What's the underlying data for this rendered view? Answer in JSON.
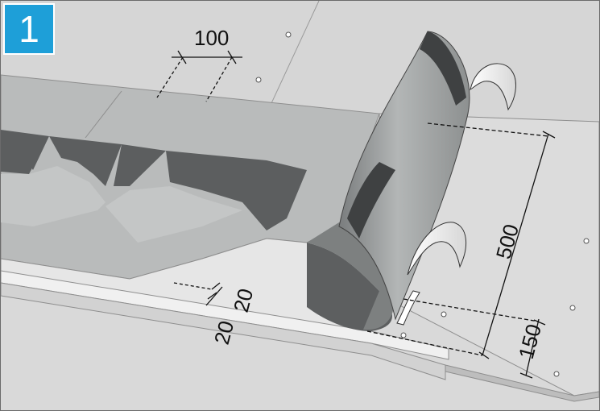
{
  "badge": {
    "step": "1"
  },
  "dimensions": {
    "d100": "100",
    "d20a": "20",
    "d20b": "20",
    "d500": "500",
    "d150": "150"
  },
  "colors": {
    "badge": "#1e9fd8",
    "board": "#d8d8d8",
    "membrane": "#8f9393",
    "membrane_dark": "#5d5f60",
    "strip": "#4a4b4c"
  }
}
